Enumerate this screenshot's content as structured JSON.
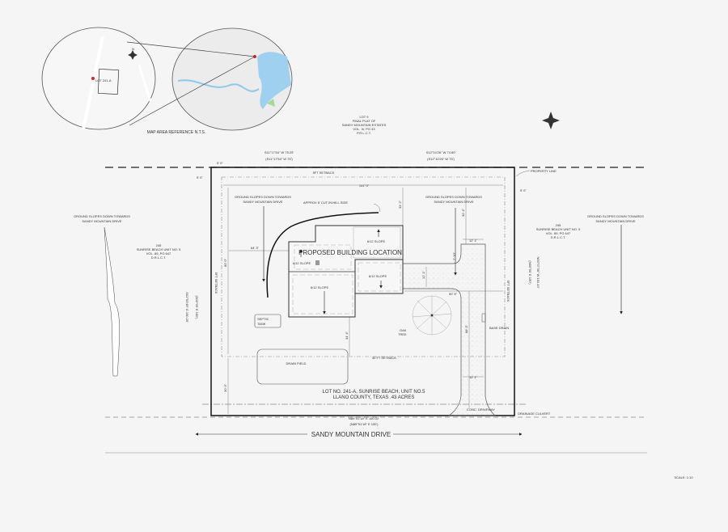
{
  "map_ref": {
    "title": "MAP AREA REFERENCE N.T.S.",
    "lot_label": "LOT 241-A",
    "north": "N"
  },
  "lot9": [
    "LOT 9",
    "FINAL PLAT OF",
    "SANDY MOUNTAIN ESTATES",
    "VOL. IV, PG 43",
    "P.R.L.C.T."
  ],
  "bearings": {
    "top_left": "S11°17'54\" W 75.25'",
    "top_left_rec": "(S11°17'54\" W 75')",
    "top_right": "S12°10'26\" W 74.80'",
    "top_right_rec": "(S12°10'26\" W 75')",
    "left": "S01°53'49\" E 150.25'",
    "left_rec": "(S00°05' E 150')",
    "right": "N00°07'38\" W 152.43'",
    "right_rec": "(N00°00' E 150')",
    "bottom": "N89°51'18\" E 150.02'",
    "bottom_rec": "(N89°51'18\" E 150')"
  },
  "setbacks": {
    "top": "5FT SETBACK",
    "bottom": "30 FT SETBACK",
    "left": "5FT SETBACK",
    "right": "5FT SETBACK"
  },
  "dims": {
    "d5a": "5' 0\"",
    "d5b": "5' 0\"",
    "d5c": "5' 0\"",
    "width": "141' 0\"",
    "d64": "64' 3\"",
    "d80": "80' 0\"",
    "d30": "30' 0\"",
    "d33": "33' 2\"",
    "d30b": "30' 4\"",
    "d12a": "12' 1\"",
    "d12b": "12' 1\"",
    "d7": "7' 10\"",
    "d12c": "12' 1\"",
    "d50": "50' 5\"",
    "d88": "88' 0\"",
    "d34": "34' 4\""
  },
  "notes": {
    "slope_text1": "GROUND SLOPES DOWN TOWARDS",
    "slope_text2": "SANDY MOUNTAIN DRIVE",
    "cut": "APPROX 5' CUT IN HILL SIDE",
    "building": "PROPOSED BUILDING LOCATION",
    "slope": "6/12 SLOPE",
    "septic1": "SEPTIC",
    "septic2": "TANK",
    "drain_field": "DRAIN FIELD",
    "oak1": "OAK",
    "oak2": "TREE",
    "base_drain": "BASE DRAIN",
    "driveway": "CONC. DRIVEWAY",
    "culvert": "DRAINAGE CULVERT",
    "property_line": "PROPERTY LINE",
    "lot1": "LOT NO. 241-A, SUNRISE BEACH, UNIT NO.5",
    "lot2": "LLANO COUNTY, TEXAS .43 ACRES"
  },
  "neighbor": [
    "245",
    "SUNRISE BEACH UNIT NO. 5",
    "VOL. 89, PG 647",
    "D.R.L.C.T."
  ],
  "road": "SANDY MOUNTAIN DRIVE",
  "scale": "SCALE: 1:10"
}
